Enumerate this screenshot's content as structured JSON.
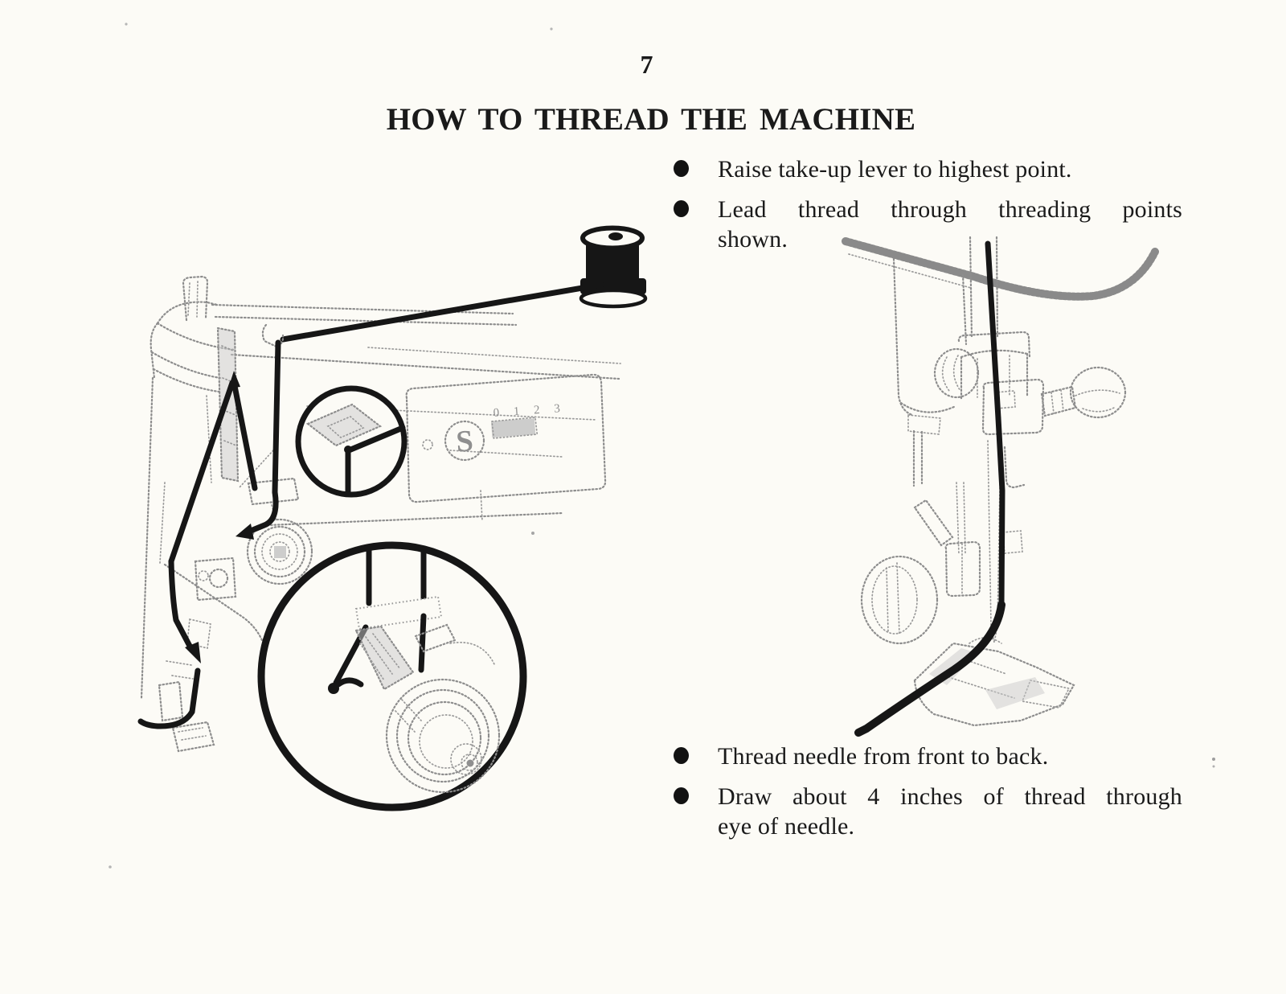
{
  "page": {
    "number": "7",
    "title": "HOW TO THREAD THE MACHINE"
  },
  "bullets_top": [
    {
      "lines": [
        "Raise take-up lever to highest point."
      ]
    },
    {
      "lines": [
        "Lead thread through threading points",
        "shown."
      ]
    }
  ],
  "bullets_bottom": [
    {
      "lines": [
        "Thread needle from front to back."
      ]
    },
    {
      "lines": [
        "Draw about 4 inches of thread through",
        "eye of needle."
      ]
    }
  ],
  "illustrations": {
    "machine_panel": {
      "logo": "S",
      "dial_numbers": "0 1 2 3"
    }
  },
  "colors": {
    "ink": "#1a1a1a",
    "halftone": "#8d8d8d",
    "paper": "#fcfbf6"
  }
}
